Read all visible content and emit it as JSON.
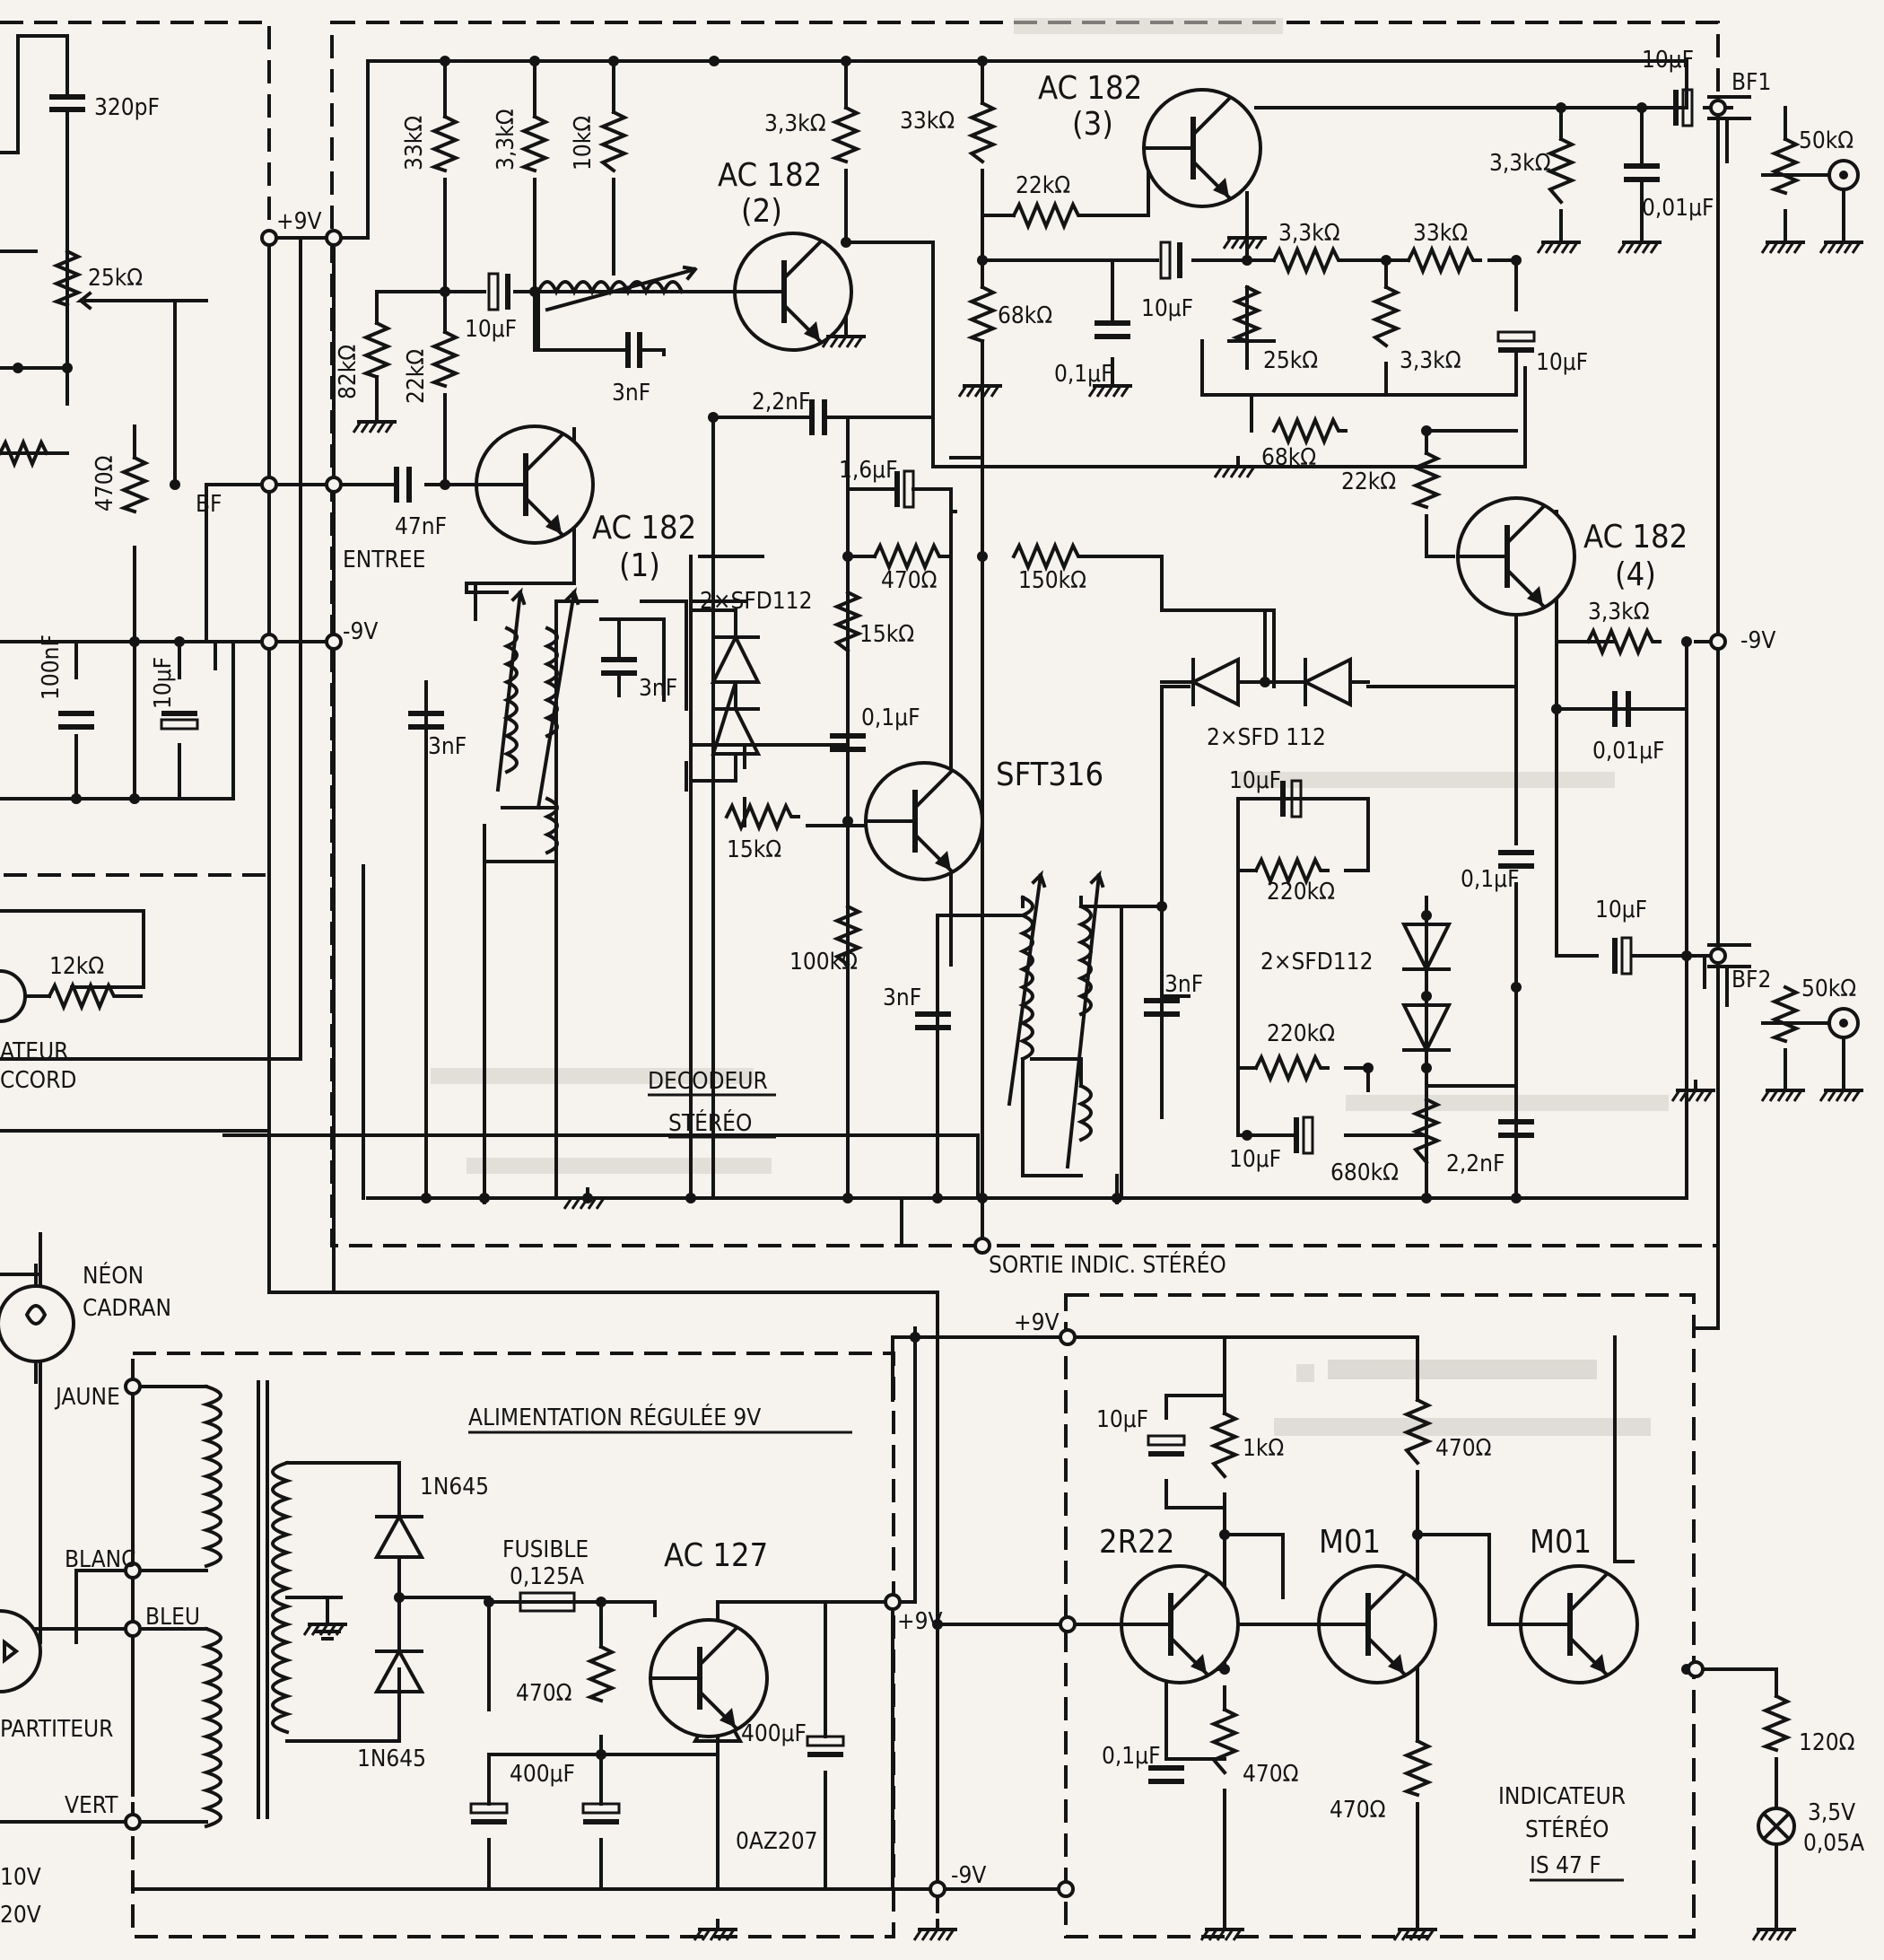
{
  "labels": {
    "320pF": "320pF",
    "25k_left": "25kΩ",
    "470_left": "470Ω",
    "100nF": "100nF",
    "10uF_left": "10μF",
    "plus9v_top": "+9V",
    "minus9v_top": "-9V",
    "bf": "BF",
    "entree": "ENTREE",
    "r33k_a": "33kΩ",
    "r33k_b": "3,3kΩ",
    "r10k": "10kΩ",
    "c10uF_in": "10μF",
    "r82k": "82kΩ",
    "r22k_in": "22kΩ",
    "c3nF_a": "3nF",
    "c47nF": "47nF",
    "t1_name": "AC 182",
    "t1_num": "(1)",
    "r3k3_t2": "3,3kΩ",
    "t2_name": "AC 182",
    "t2_num": "(2)",
    "c2n2": "2,2nF",
    "c1u6": "1,6μF",
    "r33k_t3": "33kΩ",
    "t3_name": "AC 182",
    "t3_num": "(3)",
    "r22k_t3": "22kΩ",
    "r68k_t3": "68kΩ",
    "c01_t3": "0,1μF",
    "c10u_t3": "10μF",
    "r3k3_a": "3,3kΩ",
    "r33k_c": "33kΩ",
    "p25k": "25kΩ",
    "r3k3_b": "3,3kΩ",
    "c10u_b": "10μF",
    "r68k_b": "68kΩ",
    "r22k_t4": "22kΩ",
    "t4_name": "AC 182",
    "t4_num": "(4)",
    "r3k3_t4": "3,3kΩ",
    "minus9v_right": "-9V",
    "c001_b": "0,01μF",
    "c10u_bf1": "10μF",
    "bf1": "BF1",
    "r3k3_bf1": "3,3kΩ",
    "c001_bf1": "0,01μF",
    "p50k_1": "50kΩ",
    "r470_dec": "470Ω",
    "r150k": "150kΩ",
    "diodes_a": "2×SFD112",
    "r15k_a": "15kΩ",
    "c3nF_b": "3nF",
    "c01_dec": "0,1μF",
    "sft": "SFT316",
    "r15k_b": "15kΩ",
    "c3nF_c": "3nF",
    "r100k": "100kΩ",
    "decodeur1": "DECODEUR",
    "decodeur2": "STÉRÉO",
    "c3nF_d": "3nF",
    "c3nF_e": "3nF",
    "diodes_b": "2×SFD 112",
    "c10u_c": "10μF",
    "r220k_a": "220kΩ",
    "c01_c": "0,1μF",
    "c10u_bf2": "10μF",
    "diodes_c": "2×SFD112",
    "r220k_b": "220kΩ",
    "bf2": "BF2",
    "p50k_2": "50kΩ",
    "c10u_d": "10μF",
    "r680k": "680kΩ",
    "c2n2_b": "2,2nF",
    "sortie": "SORTIE INDIC. STÉRÉO",
    "r12k": "12kΩ",
    "ateur": "ATEUR",
    "ccord": "CCORD",
    "neon1": "NÉON",
    "neon2": "CADRAN",
    "jaune": "JAUNE",
    "blanc": "BLANC",
    "bleu": "BLEU",
    "vert": "VERT",
    "partiteur": "PARTITEUR",
    "v10": "10V",
    "v20": "20V",
    "alim": "ALIMENTATION RÉGULÉE 9V",
    "d1": "1N645",
    "d2": "1N645",
    "fusible1": "FUSIBLE",
    "fusible2": "0,125A",
    "t5": "AC 127",
    "plus9v_alim": "+9V",
    "r470_alim": "470Ω",
    "c400_a": "400μF",
    "c400_b": "400μF",
    "zener": "0AZ207",
    "minus9v_bottom": "-9V",
    "plus9v_ind": "+9V",
    "c10u_ind": "10μF",
    "r1k": "1kΩ",
    "r470_ind_a": "470Ω",
    "t6": "2R22",
    "t7": "M01",
    "t8": "M01",
    "c01_ind": "0,1μF",
    "r470_ind_b": "470Ω",
    "r470_ind_c": "470Ω",
    "r120": "120Ω",
    "lamp1": "3,5V",
    "lamp2": "0,05A",
    "ind1": "INDICATEUR",
    "ind2": "STÉRÉO",
    "ind3": "IS 47 F"
  },
  "colors": {
    "ink": "#141414",
    "paper": "#f6f3ef"
  }
}
